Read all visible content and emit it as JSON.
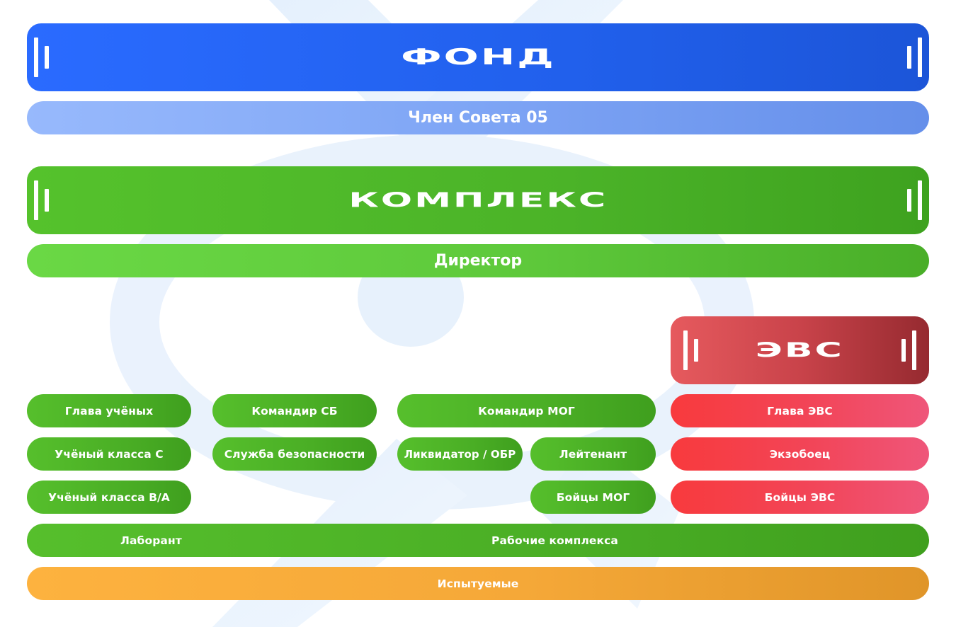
{
  "fond": {
    "title": "Фонд",
    "subtitle": "Член Совета 05"
  },
  "complex": {
    "title": "Комплекс",
    "director": "Директор"
  },
  "evs": {
    "title": "ЭВС"
  },
  "scientists": {
    "head": "Глава учёных",
    "class_c": "Учёный класса С",
    "class_ba": "Учёный класса В/А",
    "lab": "Лаборант"
  },
  "security": {
    "commander": "Командир СБ",
    "service": "Служба безопасности"
  },
  "mog": {
    "commander": "Командир МОГ",
    "liquidator": "Ликвидатор / ОБР",
    "lieutenant": "Лейтенант",
    "fighters": "Бойцы МОГ"
  },
  "evs_roles": {
    "head": "Глава ЭВС",
    "exo": "Экзобоец",
    "fighters": "Бойцы ЭВС"
  },
  "workers": "Рабочие комплекса",
  "subjects": "Испытуемые",
  "colors": {
    "fond_blue": "#2160ec",
    "complex_green": "#4bb328",
    "evs_red": "#c9434a",
    "subjects_orange": "#f5a838"
  }
}
